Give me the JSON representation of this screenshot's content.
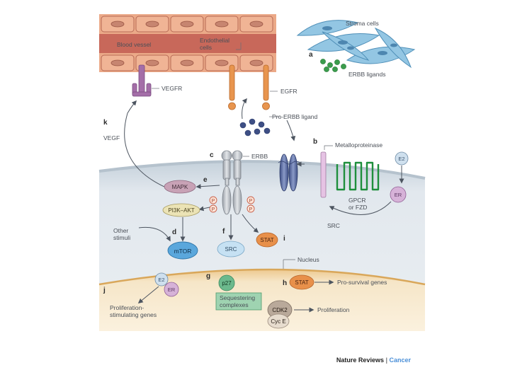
{
  "labels": {
    "stroma_cells": "Stroma cells",
    "erbb_ligands": "ERBB ligands",
    "blood_vessel": "Blood vessel",
    "endothelial_cells_1": "Endothelial",
    "endothelial_cells_2": "cells",
    "vegfr": "VEGFR",
    "egfr": "EGFR",
    "pro_erbb_ligand": "Pro-ERBB ligand",
    "vegf": "VEGF",
    "metalloproteinase": "Metalloproteinase",
    "erbb": "ERBB",
    "e2_top": "E2",
    "er_top": "ER",
    "mapk": "MAPK",
    "p": "P",
    "pi3k_akt": "PI3K–AKT",
    "gpcr_1": "GPCR",
    "gpcr_2": "or FZD",
    "other_stimuli_1": "Other",
    "other_stimuli_2": "stimuli",
    "src_right": "SRC",
    "mtor": "mTOR",
    "src_mid": "SRC",
    "stat_mid": "STAT",
    "nucleus": "Nucleus",
    "e2_nuc": "E2",
    "er_nuc": "ER",
    "p27": "p27",
    "stat_nuc": "STAT",
    "pro_survival_genes": "Pro-survival genes",
    "sequestering_1": "Sequestering",
    "sequestering_2": "complexes",
    "cdk2": "CDK2",
    "cyc_e": "Cyc E",
    "proliferation": "Proliferation",
    "prolif_genes_1": "Proliferation-",
    "prolif_genes_2": "stimulating genes"
  },
  "letters": {
    "a": "a",
    "b": "b",
    "c": "c",
    "d": "d",
    "e": "e",
    "f": "f",
    "g": "g",
    "h": "h",
    "i": "i",
    "j": "j",
    "k": "k"
  },
  "credit": {
    "journal": "Nature Reviews",
    "separator": " | ",
    "section": "Cancer"
  },
  "colors": {
    "vessel_wall": "#e8a585",
    "vessel_lumen": "#c9695a",
    "cytoplasm": "#dfe6ec",
    "nucleus": "#f4e3c0",
    "stroma": "#8fc3e0",
    "ligand": "#3c9b4d",
    "gpcr": "#1e8f3c",
    "stat": "#e8904a",
    "mtor": "#5aa7dc",
    "cancer": "#4a8fd8"
  }
}
